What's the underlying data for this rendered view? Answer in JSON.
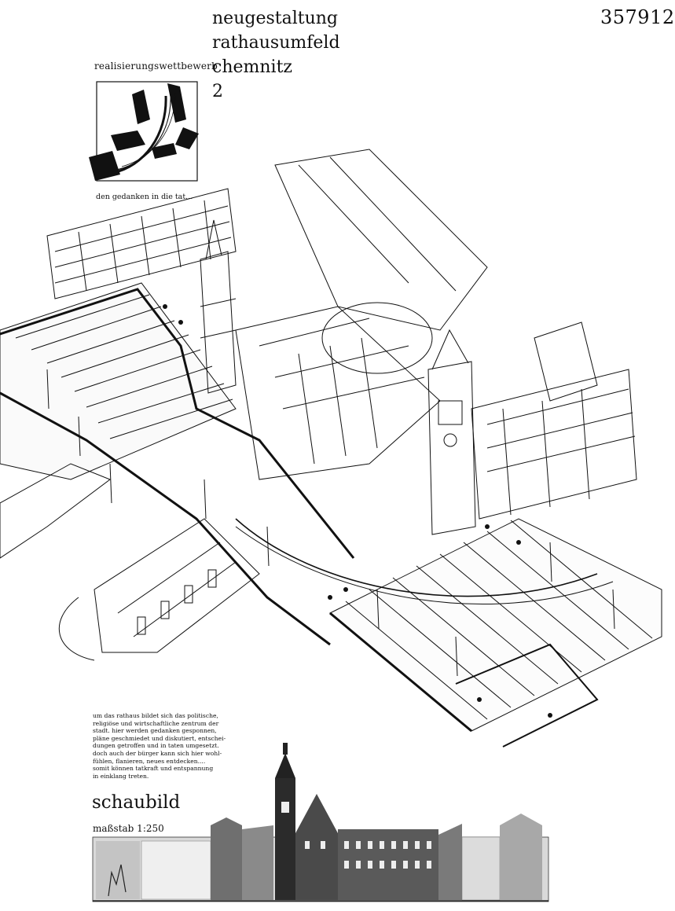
{
  "entry_number": "357912",
  "title_lines": [
    "neugestaltung",
    "rathausumfeld",
    "chemnitz",
    "2"
  ],
  "competition_label": "realisierungswettbewerb",
  "tagline": "den gedanken in die tat...",
  "description_lines": [
    "um das rathaus bildet sich das politische,",
    "religiöse und wirtschaftliche zentrum der",
    "stadt.  hier werden gedanken gesponnen,",
    "pläne geschmiedet und diskutiert, entschei-",
    "dungen getroffen und in taten umgesetzt.",
    "doch auch der bürger kann sich hier wohl-",
    "fühlen, flanieren, neues entdecken....",
    "somit können tatkraft und entspannung",
    "in einklang treten."
  ],
  "drawing_title": "schaubild",
  "scale_label": "maßstab 1:250",
  "icons": {
    "logo": "abstract-plaza-logo-icon",
    "main_drawing": "axonometric-city-drawing",
    "elevation": "town-hall-elevation-drawing"
  }
}
